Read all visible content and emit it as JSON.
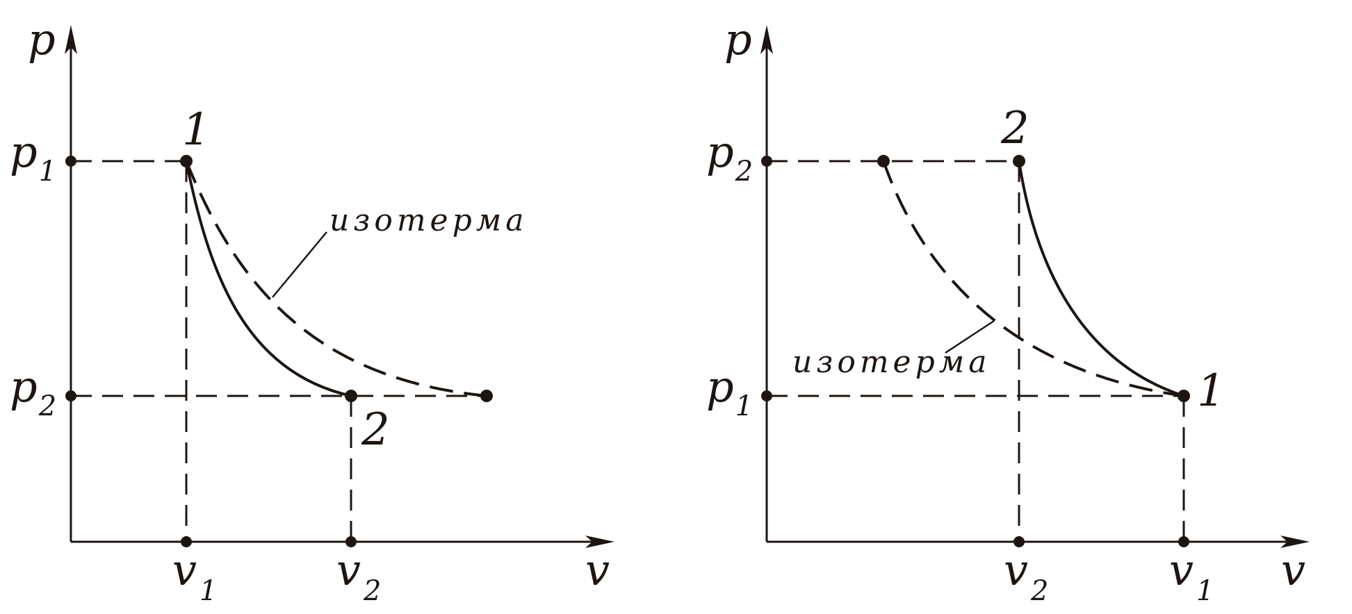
{
  "diagrams": [
    {
      "axis_y_label": "p",
      "axis_x_label": "v",
      "p_top": {
        "main": "p",
        "sub": "1"
      },
      "p_bottom": {
        "main": "p",
        "sub": "2"
      },
      "v_left": {
        "main": "v",
        "sub": "1"
      },
      "v_right": {
        "main": "v",
        "sub": "2"
      },
      "point_start": "1",
      "point_end": "2",
      "isotherm_label": "изотерма"
    },
    {
      "axis_y_label": "p",
      "axis_x_label": "v",
      "p_top": {
        "main": "p",
        "sub": "2"
      },
      "p_bottom": {
        "main": "p",
        "sub": "1"
      },
      "v_left": {
        "main": "v",
        "sub": "2"
      },
      "v_right": {
        "main": "v",
        "sub": "1"
      },
      "point_start": "2",
      "point_end": "1",
      "isotherm_label": "изотерма"
    }
  ],
  "colors": {
    "ink": "#1d1512",
    "background": "#ffffff"
  }
}
